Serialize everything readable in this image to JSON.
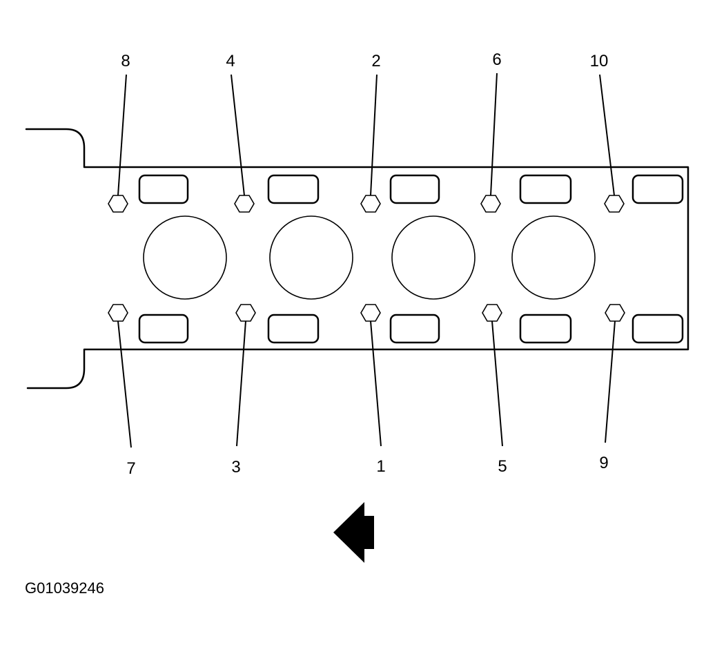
{
  "figure_id": "G01039246",
  "colors": {
    "ink": "#000000",
    "paper": "#ffffff"
  },
  "direction_arrow": {
    "icon": "front-direction-arrow-icon",
    "points_to": "left"
  },
  "bolts": [
    {
      "label": "8",
      "row": "top",
      "position": 1
    },
    {
      "label": "4",
      "row": "top",
      "position": 2
    },
    {
      "label": "2",
      "row": "top",
      "position": 3
    },
    {
      "label": "6",
      "row": "top",
      "position": 4
    },
    {
      "label": "10",
      "row": "top",
      "position": 5
    },
    {
      "label": "7",
      "row": "bottom",
      "position": 1
    },
    {
      "label": "3",
      "row": "bottom",
      "position": 2
    },
    {
      "label": "1",
      "row": "bottom",
      "position": 3
    },
    {
      "label": "5",
      "row": "bottom",
      "position": 4
    },
    {
      "label": "9",
      "row": "bottom",
      "position": 5
    }
  ]
}
